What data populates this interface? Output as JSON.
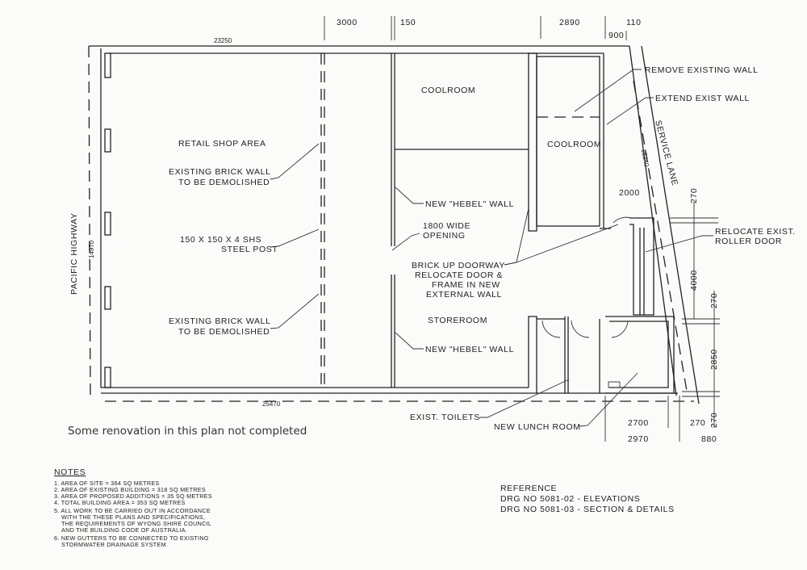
{
  "annotation": "Some renovation in this plan not completed",
  "dimensions": {
    "top": [
      "3000",
      "150",
      "2890",
      "110",
      "900"
    ],
    "top_wall_length": "23250",
    "bottom_wall_length": "25470",
    "left_wall_length": "14970",
    "service_lane_length": "15240",
    "door_offset": "2000",
    "right": [
      "270",
      "4000",
      "270",
      "2850",
      "270"
    ],
    "bottom": [
      "2700",
      "270",
      "2970",
      "880"
    ]
  },
  "rooms": {
    "retail": "RETAIL SHOP AREA",
    "coolroom_1": "COOLROOM",
    "coolroom_2": "COOLROOM",
    "storeroom": "STOREROOM"
  },
  "labels": {
    "pacific_highway": "PACIFIC HIGHWAY",
    "service_lane": "SERVICE LANE",
    "brick_wall_1": [
      "EXISTING BRICK WALL",
      "TO BE DEMOLISHED"
    ],
    "steel_post": [
      "150 X 150 X 4 SHS",
      "STEEL POST"
    ],
    "brick_wall_2": [
      "EXISTING BRICK WALL",
      "TO BE DEMOLISHED"
    ],
    "hebel_1": "NEW \"HEBEL\" WALL",
    "opening": [
      "1800 WIDE",
      "OPENING"
    ],
    "brick_up": [
      "BRICK UP DOORWAY",
      "RELOCATE DOOR &",
      "FRAME IN NEW",
      "EXTERNAL WALL"
    ],
    "hebel_2": "NEW \"HEBEL\" WALL",
    "remove_wall": "REMOVE EXISTING WALL",
    "extend_wall": "EXTEND EXIST WALL",
    "roller_door": [
      "RELOCATE EXIST.",
      "ROLLER DOOR"
    ],
    "toilets": "EXIST. TOILETS",
    "lunch_room": "NEW LUNCH ROOM"
  },
  "notes": {
    "title": "NOTES",
    "items": [
      "1. AREA OF SITE = 364 SQ METRES",
      "2. AREA OF EXISTING BUILDING = 318 SQ METRES",
      "3. AREA OF PROPOSED ADDITIONS = 35 SQ METRES",
      "4. TOTAL BUILDING AREA = 353 SQ METRES",
      "5. ALL WORK TO BE CARRIED OUT IN ACCORDANCE",
      "WITH THE THESE PLANS AND SPECIFICATIONS,",
      "THE REQUIREMENTS OF WYONG SHIRE COUNCIL",
      "AND THE BUILDING CODE OF AUSTRALIA.",
      "6. NEW GUTTERS TO BE CONNECTED TO EXISTING",
      "STORMWATER DRAINAGE SYSTEM."
    ]
  },
  "reference": {
    "title": "REFERENCE",
    "items": [
      "DRG NO 5081-02 - ELEVATIONS",
      "DRG NO 5081-03 - SECTION & DETAILS"
    ]
  }
}
